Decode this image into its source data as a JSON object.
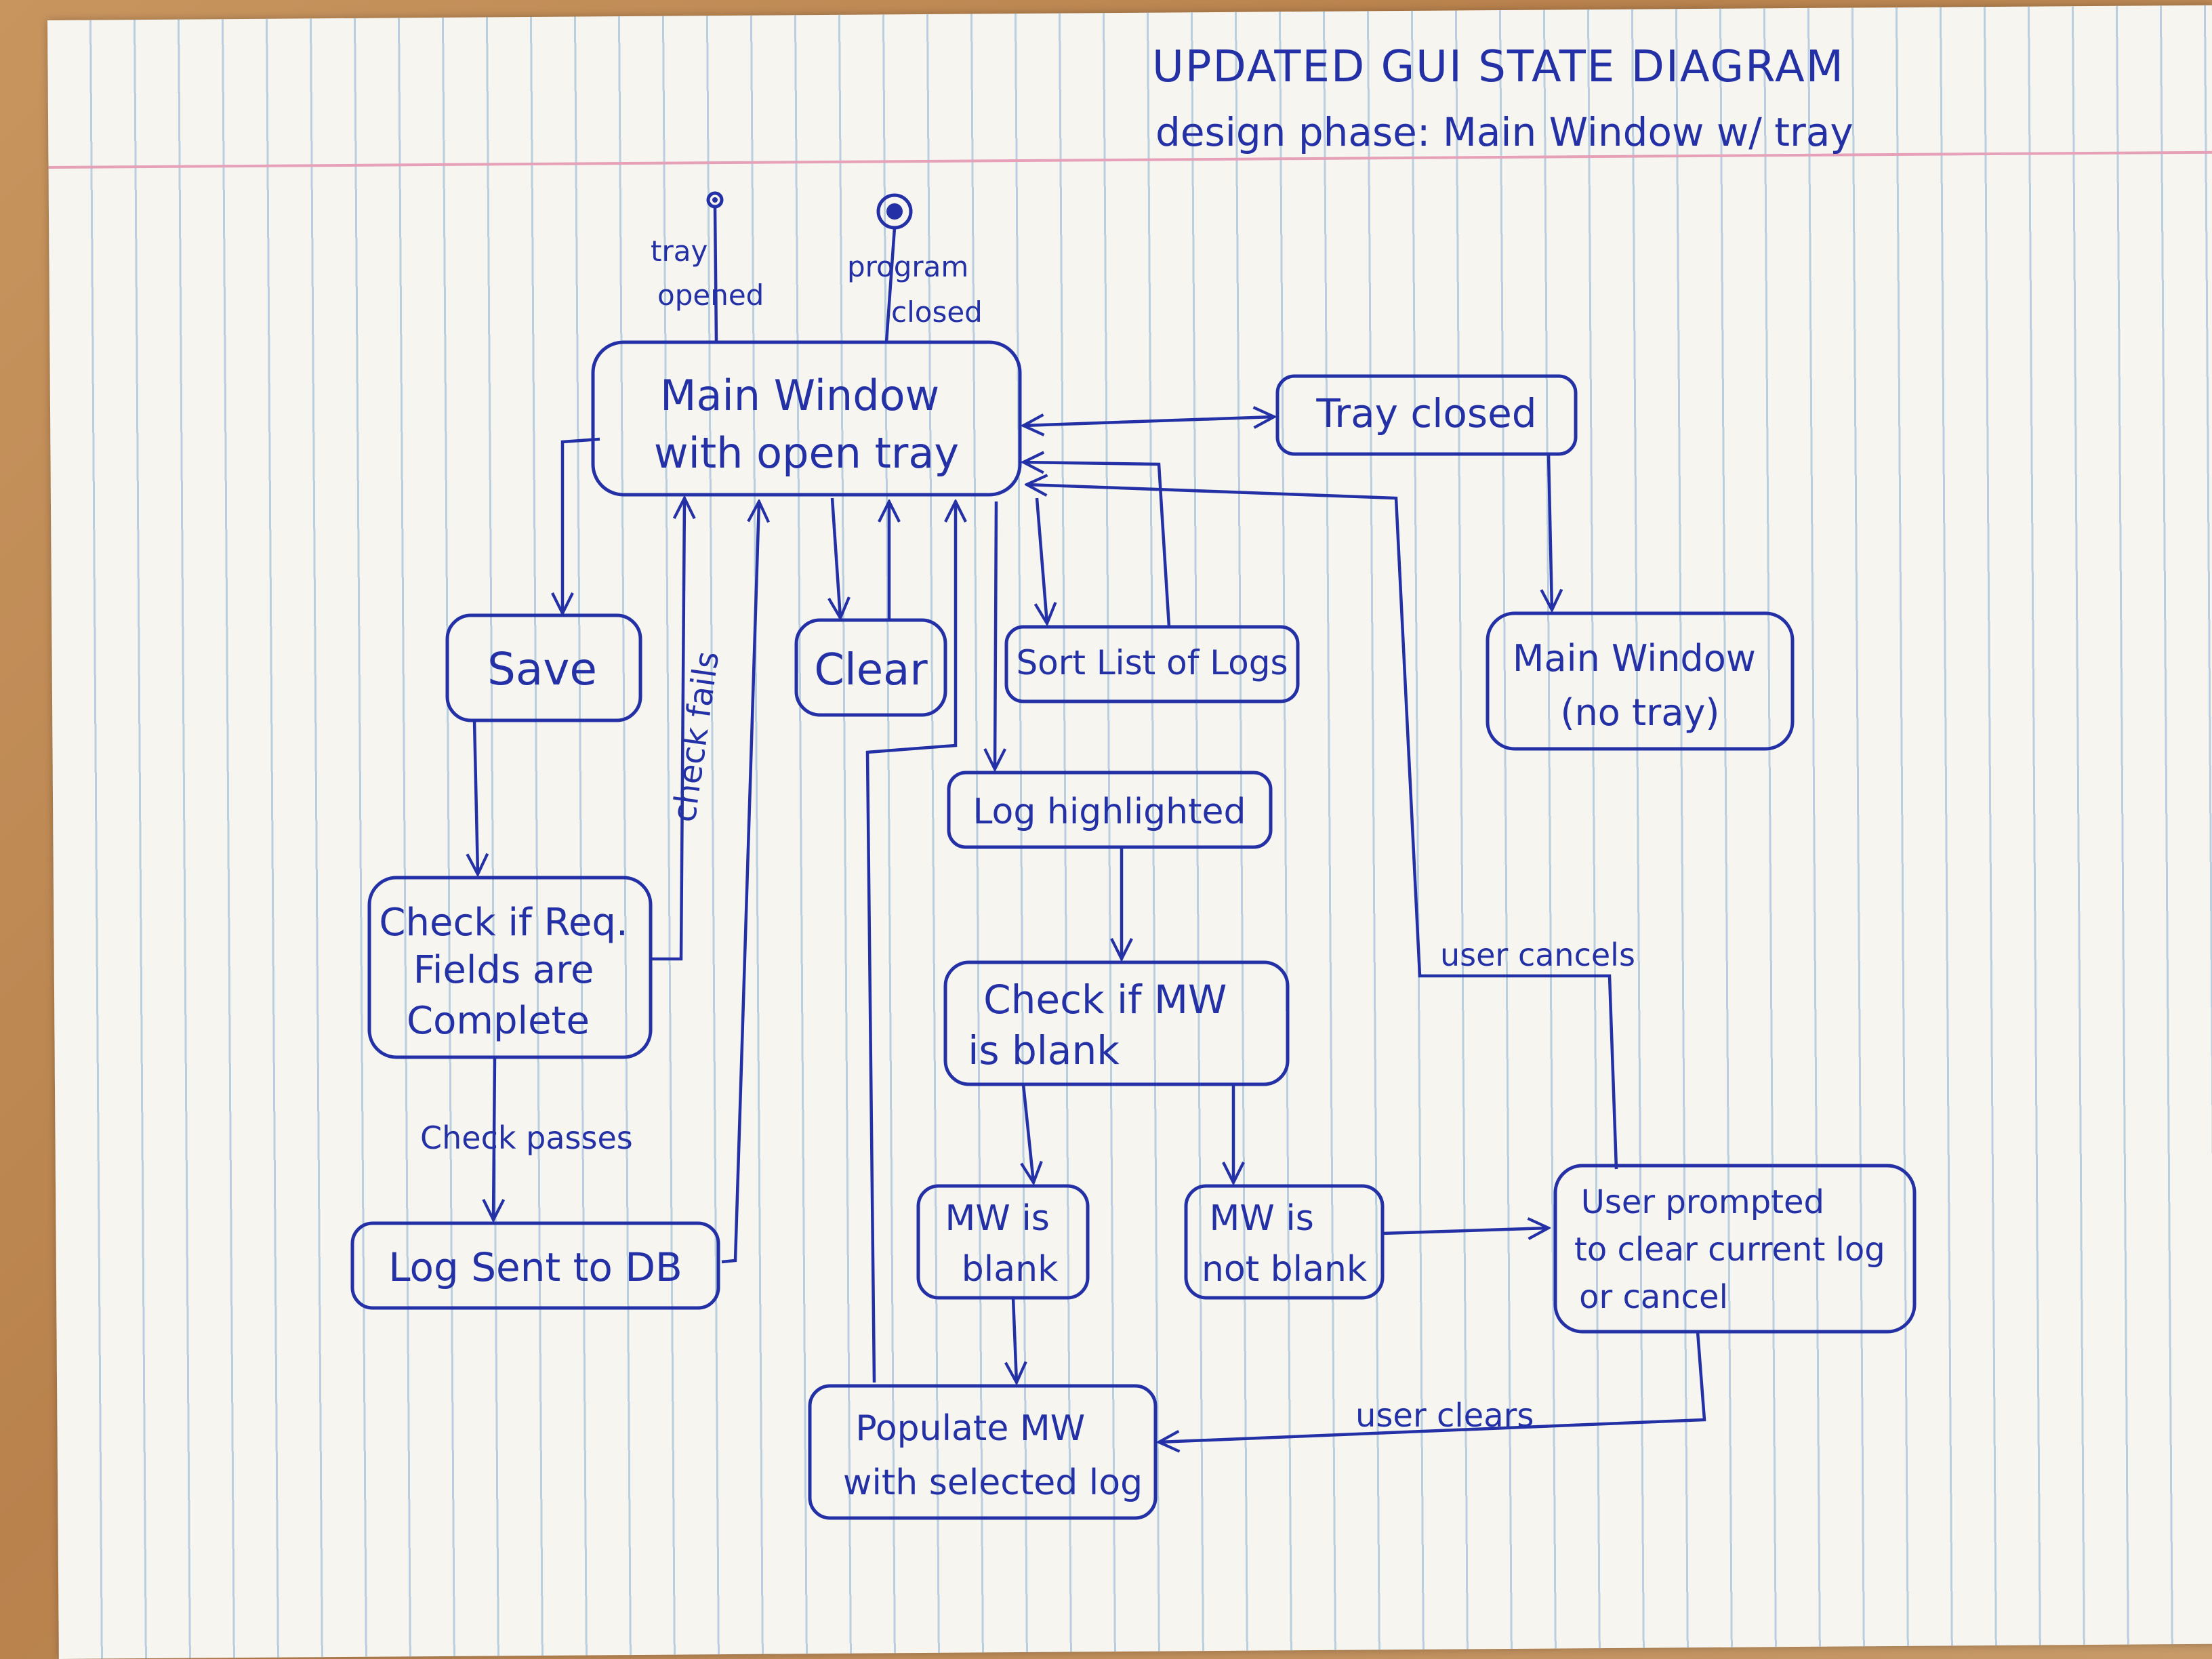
{
  "header": {
    "title": "UPDATED GUI STATE DIAGRAM",
    "subtitle": "design phase: Main Window w/ tray"
  },
  "annotations": {
    "tray_opened": [
      "tray",
      "opened"
    ],
    "program_closed": [
      "program",
      "closed"
    ],
    "check_fails": "check fails",
    "check_passes": "Check passes",
    "user_cancels": "user cancels",
    "user_clears": "user clears"
  },
  "states": {
    "main_window_open_tray": [
      "Main Window",
      "with open tray"
    ],
    "tray_closed": [
      "Tray closed"
    ],
    "save": [
      "Save"
    ],
    "clear": [
      "Clear"
    ],
    "sort_list": [
      "Sort List of Logs"
    ],
    "main_window_no_tray": [
      "Main Window",
      "(no tray)"
    ],
    "log_highlighted": [
      "Log highlighted"
    ],
    "check_required": [
      "Check if Req.",
      "Fields are",
      "Complete"
    ],
    "check_mw_blank": [
      "Check if MW",
      "is blank"
    ],
    "log_sent": [
      "Log Sent to DB"
    ],
    "mw_is_blank": [
      "MW is",
      "blank"
    ],
    "mw_not_blank": [
      "MW is",
      "not blank"
    ],
    "user_prompted": [
      "User prompted",
      "to clear current log",
      "or cancel"
    ],
    "populate_mw": [
      "Populate MW",
      "with selected log"
    ]
  },
  "colors": {
    "ink": "#2431a6",
    "paper": "#f6f5f0",
    "rule_lines": "#b9cfe0",
    "margin_line": "#e6a0b8"
  }
}
